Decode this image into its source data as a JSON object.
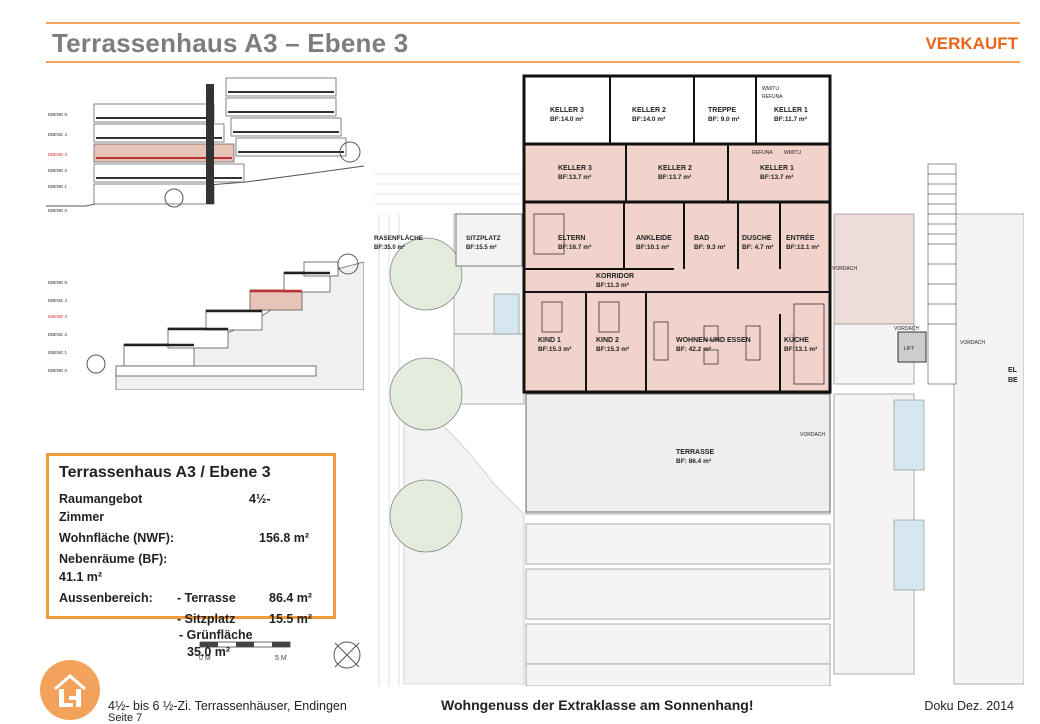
{
  "header": {
    "title": "Terrassenhaus A3 – Ebene 3",
    "status": "VERKAUFT"
  },
  "sections": {
    "levels": [
      "EBENE 5",
      "EBENE 4",
      "EBENE 3",
      "EBENE 2",
      "EBENE 1",
      "EBENE 0"
    ]
  },
  "plan": {
    "rooms": [
      {
        "name": "KELLER 3",
        "area": "BF:14.0 m²"
      },
      {
        "name": "KELLER 2",
        "area": "BF:14.0 m²"
      },
      {
        "name": "TREPPE",
        "area": "BF: 9.0 m²"
      },
      {
        "name": "KELLER 1",
        "area": "BF:11.7 m²"
      },
      {
        "name": "KELLER 3",
        "area": "BF:13.7 m²"
      },
      {
        "name": "KELLER 2",
        "area": "BF:13.7 m²"
      },
      {
        "name": "KELLER 1",
        "area": "BF:13.7 m²"
      },
      {
        "name": "RASENFLÄCHE",
        "area": "BF:35.0 m²"
      },
      {
        "name": "SITZPLATZ",
        "area": "BF:15.5 m²"
      },
      {
        "name": "ELTERN",
        "area": "BF:16.7 m²"
      },
      {
        "name": "ANKLEIDE",
        "area": "BF:10.1 m²"
      },
      {
        "name": "BAD",
        "area": "BF: 9.3 m²"
      },
      {
        "name": "DUSCHE",
        "area": "BF: 4.7 m²"
      },
      {
        "name": "ENTRÉE",
        "area": "BF:12.1 m²"
      },
      {
        "name": "KORRIDOR",
        "area": "BF:11.3 m²"
      },
      {
        "name": "KIND 1",
        "area": "BF:15.3 m²"
      },
      {
        "name": "KIND 2",
        "area": "BF:15.3 m²"
      },
      {
        "name": "WOHNEN UND ESSEN",
        "area": "BF: 42.2 m²"
      },
      {
        "name": "KÜCHE",
        "area": "BF:13.1 m²"
      },
      {
        "name": "TERRASSE",
        "area": "BF: 86.4 m²"
      }
    ],
    "labels": {
      "wmtu1": "WM/TU",
      "refuna1": "REFUNA",
      "wmtu2": "WM/TU",
      "refuna2": "REFUNA",
      "vordach1": "VORDACH",
      "vordach2": "VORDACH",
      "vordach3": "VORDACH",
      "vordach4": "VORDACH",
      "lift": "LIFT",
      "el": "EL",
      "be": "BE"
    }
  },
  "scale": {
    "zero": "0 M",
    "five": "5 M"
  },
  "info": {
    "title": "Terrassenhaus A3 / Ebene 3",
    "raum_label": "Raumangebot",
    "raum_value": "4½-",
    "raum_cont": "Zimmer",
    "wohn_label": "Wohnfläche (NWF):",
    "wohn_value": "156.8 m²",
    "neben_label": "Nebenräume (BF):",
    "neben_value": "41.1 m²",
    "aussen_label": "Aussenbereich:",
    "terr_label": "- Terrasse",
    "terr_value": "86.4 m²",
    "sitz_label": "- Sitzplatz",
    "sitz_value": "15.5 m²",
    "gruen_label": "- Grünfläche",
    "gruen_value": "35.0 m²"
  },
  "footer": {
    "left": "4½- bis 6 ½-Zi. Terrassenhäuser, Endingen",
    "left2": "Seite 7",
    "center": "Wohngenuss der Extraklasse am Sonnenhang!",
    "right": "Doku Dez. 2014"
  }
}
